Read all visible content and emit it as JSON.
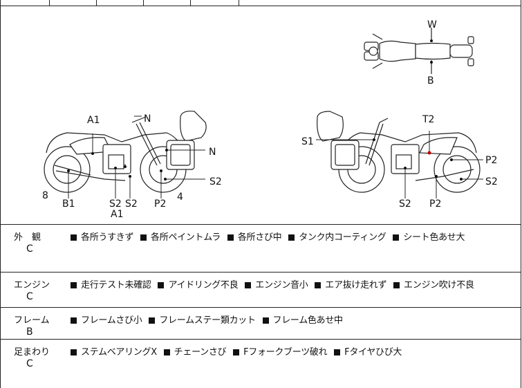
{
  "diagram": {
    "labels": {
      "W": "W",
      "B": "B",
      "left_A1": "A1",
      "left_N_top": "N",
      "left_N_side": "N",
      "left_8": "8",
      "left_B1": "B1",
      "left_S2_a": "S2",
      "left_S2_b": "S2",
      "left_A1_bottom": "A1",
      "left_P2": "P2",
      "left_4": "4",
      "left_S2_right": "S2",
      "right_S1": "S1",
      "right_T2": "T2",
      "right_P2_a": "P2",
      "right_S2_a": "S2",
      "right_S2_bottom": "S2",
      "right_P2_bottom": "P2"
    }
  },
  "sections": [
    {
      "category": "外　観",
      "grade": "C",
      "items": [
        "各所うすきず",
        "各所ペイントムラ",
        "各所さび中",
        "タンク内コーティング",
        "シート色あせ大"
      ]
    },
    {
      "category": "エンジン",
      "grade": "C",
      "items": [
        "走行テスト未確認",
        "アイドリング不良",
        "エンジン音小",
        "エア抜け走れず",
        "エンジン吹け不良"
      ]
    },
    {
      "category": "フレーム",
      "grade": "B",
      "items": [
        "フレームさび小",
        "フレームステー類カット",
        "フレーム色あせ中"
      ]
    },
    {
      "category": "足まわり",
      "grade": "C",
      "items": [
        "ステムベアリングX",
        "チェーンさび",
        "Fフォークブーツ破れ",
        "Fタイヤひび大"
      ]
    }
  ]
}
